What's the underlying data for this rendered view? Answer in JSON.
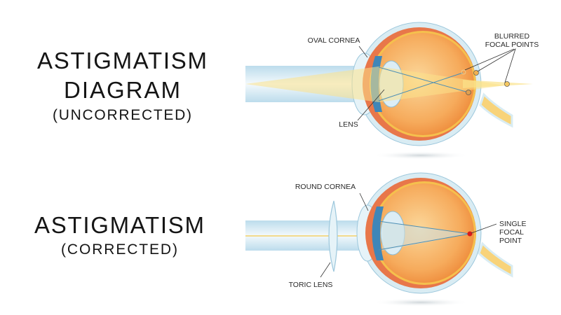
{
  "top": {
    "title_line1": "ASTIGMATISM",
    "title_line2": "DIAGRAM",
    "subtitle": "(UNCORRECTED)",
    "labels": {
      "cornea": "OVAL CORNEA",
      "lens": "LENS",
      "focal_line1": "BLURRED",
      "focal_line2": "FOCAL POINTS"
    }
  },
  "bottom": {
    "title_line1": "ASTIGMATISM",
    "subtitle": "(CORRECTED)",
    "labels": {
      "cornea": "ROUND CORNEA",
      "toric_lens": "TORIC LENS",
      "focal_line1": "SINGLE",
      "focal_line2": "FOCAL",
      "focal_line3": "POINT"
    }
  },
  "colors": {
    "iris": "#3f86b8",
    "eye": "#f29a4a",
    "sclera": "#d9ecf3",
    "focal": "#d81b1b",
    "beam": "#cfe6f2"
  }
}
